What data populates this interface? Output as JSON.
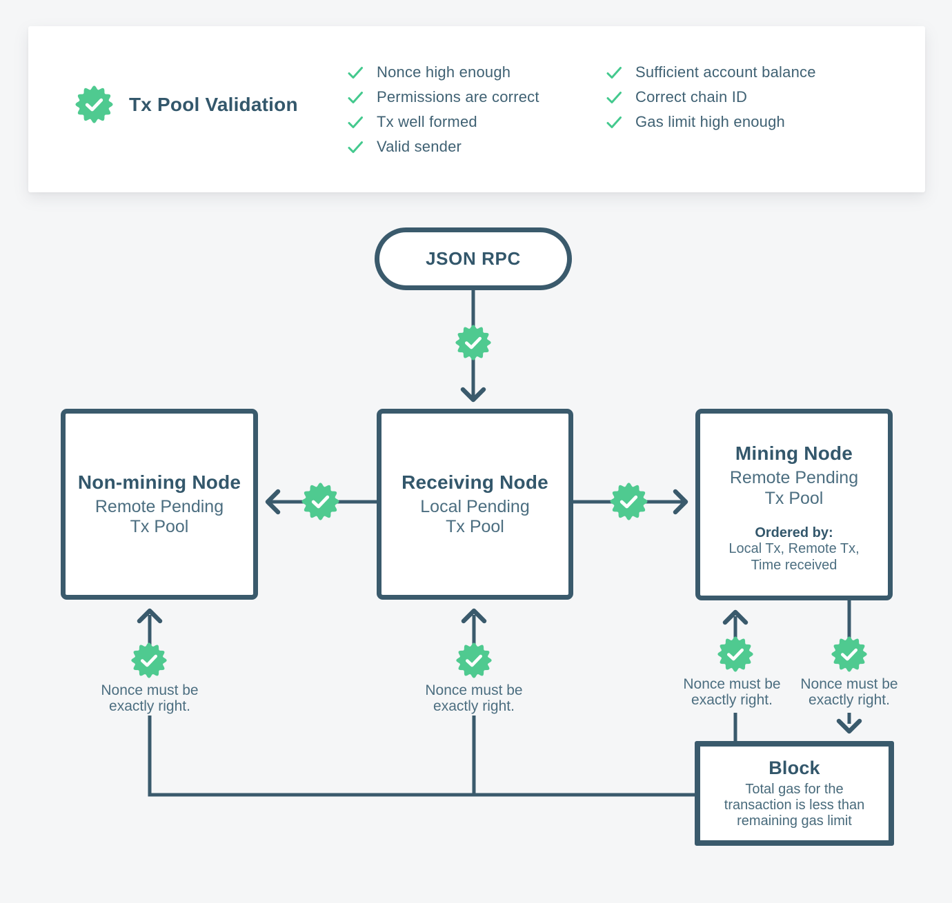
{
  "validation_card": {
    "title": "Tx Pool Validation",
    "checks_col1": [
      "Nonce high enough",
      "Permissions are correct",
      "Tx well formed",
      "Valid sender"
    ],
    "checks_col2": [
      "Sufficient account balance",
      "Correct chain ID",
      "Gas limit high enough"
    ]
  },
  "nodes": {
    "json_rpc": {
      "label": "JSON RPC"
    },
    "non_mining": {
      "title": "Non-mining Node",
      "subtitle_line1": "Remote Pending",
      "subtitle_line2": "Tx Pool"
    },
    "receiving": {
      "title": "Receiving Node",
      "subtitle_line1": "Local Pending",
      "subtitle_line2": "Tx Pool"
    },
    "mining": {
      "title": "Mining Node",
      "subtitle_line1": "Remote Pending",
      "subtitle_line2": "Tx Pool",
      "ordered_by_label": "Ordered by:",
      "ordered_by_line1": "Local Tx, Remote Tx,",
      "ordered_by_line2": "Time received"
    },
    "block": {
      "title": "Block",
      "body_line1": "Total gas for the",
      "body_line2": "transaction is less than",
      "body_line3": "remaining gas limit"
    }
  },
  "annotations": {
    "nonce_note_line1": "Nonce must be",
    "nonce_note_line2": "exactly right."
  },
  "colors": {
    "accent_green": "#4fca90",
    "check_green": "#44c98e",
    "slate": "#3a5a6c",
    "slate_text": "#33576b"
  }
}
